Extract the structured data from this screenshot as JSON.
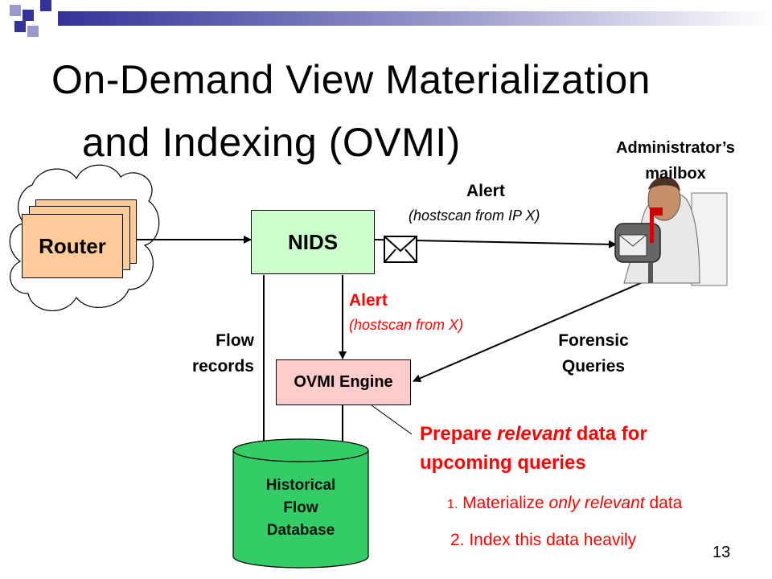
{
  "title": {
    "line1": "On-Demand View Materialization",
    "line2": "and Indexing (OVMI)"
  },
  "nodes": {
    "router": "Router",
    "nids": "NIDS",
    "ovmi_engine": "OVMI Engine",
    "database": [
      "Historical",
      "Flow",
      "Database"
    ],
    "mailbox": [
      "Administrator’s",
      "mailbox"
    ]
  },
  "edges": {
    "alert_top": {
      "title": "Alert",
      "detail": "(hostscan from IP X)"
    },
    "alert_mid": {
      "title": "Alert",
      "detail": "(hostscan from X)"
    },
    "flow_records": [
      "Flow",
      "records"
    ],
    "forensic_queries": [
      "Forensic",
      "Queries"
    ]
  },
  "notes": {
    "heading_pre": "Prepare ",
    "heading_em": "relevant",
    "heading_post": " data for",
    "heading_line2": "upcoming queries",
    "item1_num": "1.",
    "item1_pre": " Materialize ",
    "item1_em": "only relevant",
    "item1_post": " data",
    "item2": "2. Index this data heavily"
  },
  "slide_number": "13",
  "colors": {
    "accent_dark": "#333399",
    "accent_light": "#9999cc",
    "box_green": "#ccffcc",
    "box_pink": "#ffcccc",
    "router_orange": "#ffcc99",
    "db_green": "#33cc66",
    "red": "#ff0000"
  }
}
